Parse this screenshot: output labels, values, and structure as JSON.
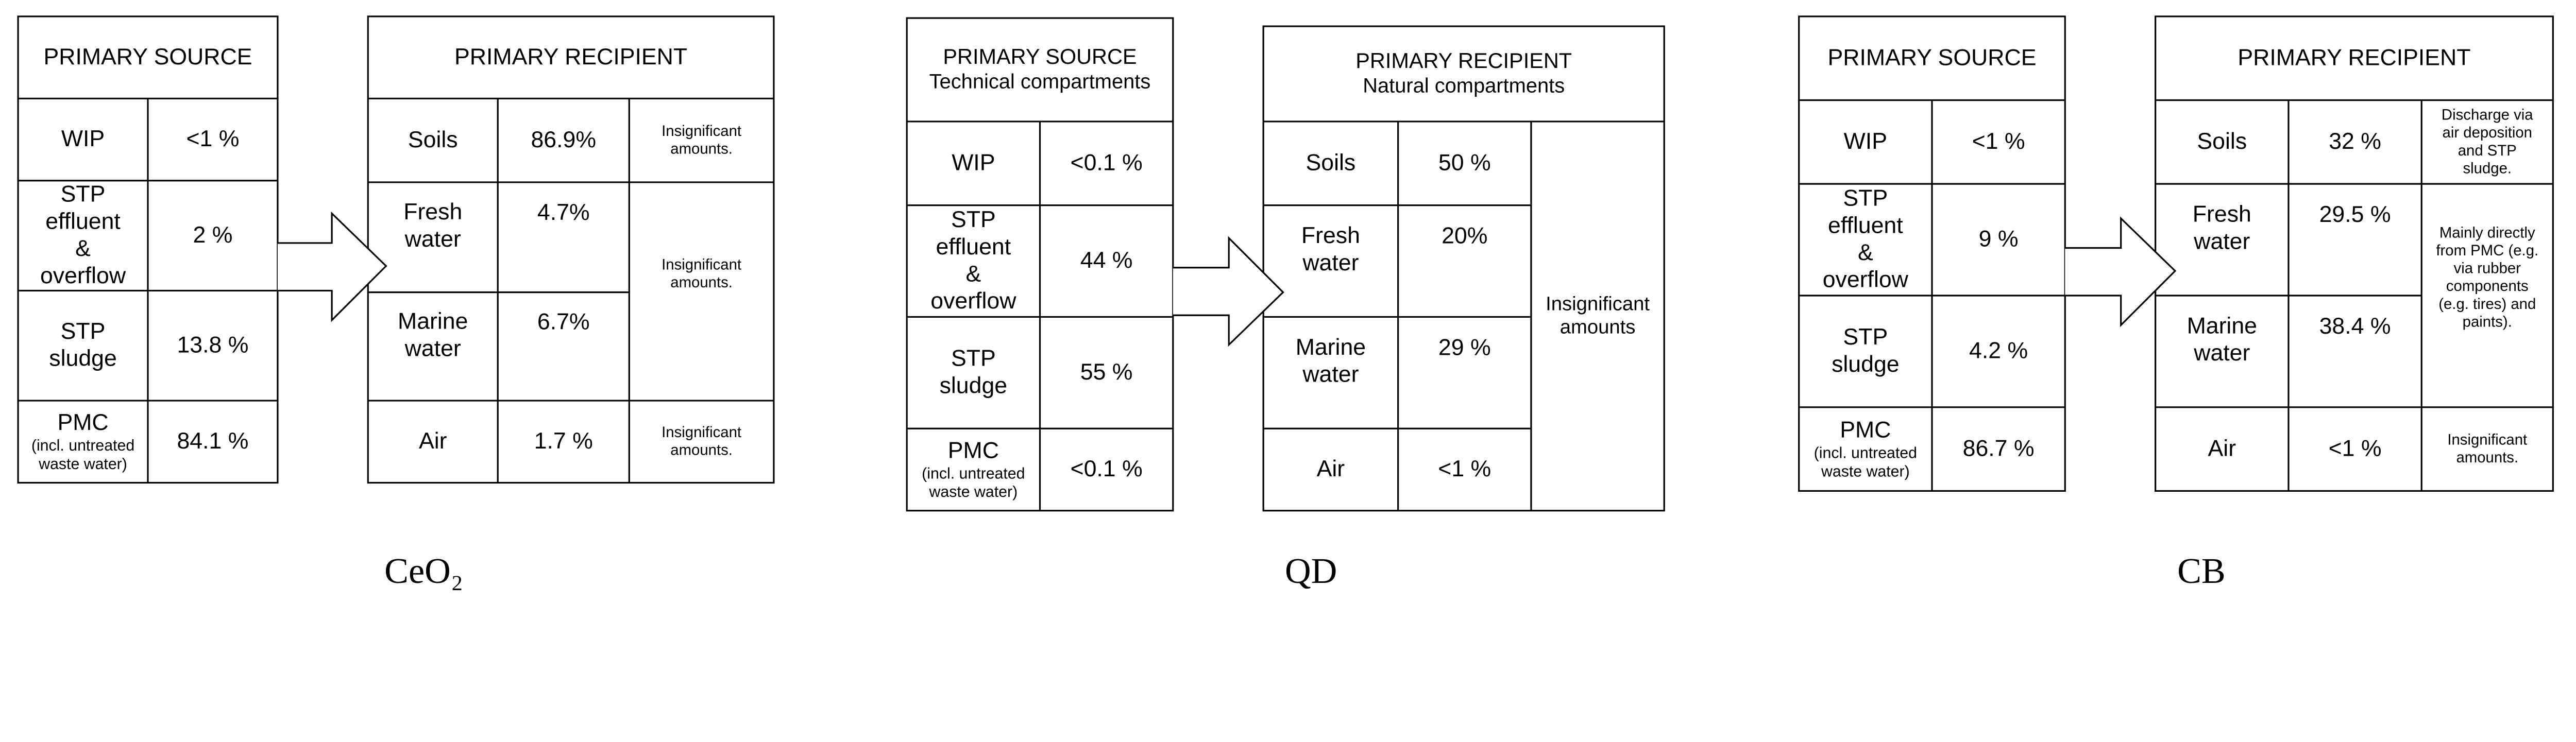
{
  "colors": {
    "line": "#000000",
    "background": "#ffffff",
    "text": "#000000"
  },
  "panels": [
    {
      "label": "CeO₂",
      "source": {
        "title": [
          "PRIMARY SOURCE"
        ],
        "rows": [
          {
            "name": [
              "WIP"
            ],
            "sub": [],
            "value": "<1 %"
          },
          {
            "name": [
              "STP",
              "effluent",
              "&",
              "overflow"
            ],
            "sub": [],
            "value": "2 %"
          },
          {
            "name": [
              "STP",
              "sludge"
            ],
            "sub": [],
            "value": "13.8 %"
          },
          {
            "name": [
              "PMC"
            ],
            "sub": [
              "(incl. untreated",
              "waste water)"
            ],
            "value": "84.1 %"
          }
        ]
      },
      "recipient": {
        "title": [
          "PRIMARY RECIPIENT"
        ],
        "rows": [
          {
            "name": [
              "Soils"
            ],
            "value": "86.9%"
          },
          {
            "name": [
              "Fresh",
              "water"
            ],
            "value": "4.7%"
          },
          {
            "name": [
              "Marine",
              "water"
            ],
            "value": "6.7%"
          },
          {
            "name": [
              "Air"
            ],
            "value": "1.7 %"
          }
        ],
        "notes": [
          {
            "rows": [
              0
            ],
            "text": [
              "Insignificant",
              "amounts."
            ]
          },
          {
            "rows": [
              1,
              2
            ],
            "text": [
              "Insignificant",
              "amounts."
            ]
          },
          {
            "rows": [
              3
            ],
            "text": [
              "Insignificant",
              "amounts."
            ]
          }
        ]
      }
    },
    {
      "label": "QD",
      "source": {
        "title": [
          "PRIMARY SOURCE",
          "Technical compartments"
        ],
        "rows": [
          {
            "name": [
              "WIP"
            ],
            "sub": [],
            "value": "<0.1 %"
          },
          {
            "name": [
              "STP",
              "effluent",
              "&",
              "overflow"
            ],
            "sub": [],
            "value": "44 %"
          },
          {
            "name": [
              "STP",
              "sludge"
            ],
            "sub": [],
            "value": "55 %"
          },
          {
            "name": [
              "PMC"
            ],
            "sub": [
              "(incl. untreated",
              "waste water)"
            ],
            "value": "<0.1 %"
          }
        ]
      },
      "recipient": {
        "title": [
          "PRIMARY RECIPIENT",
          "Natural compartments"
        ],
        "rows": [
          {
            "name": [
              "Soils"
            ],
            "value": "50 %"
          },
          {
            "name": [
              "Fresh",
              "water"
            ],
            "value": "20%"
          },
          {
            "name": [
              "Marine",
              "water"
            ],
            "value": "29 %"
          },
          {
            "name": [
              "Air"
            ],
            "value": "<1 %"
          }
        ],
        "notes": [
          {
            "rows": [
              0,
              1,
              2,
              3
            ],
            "text": [
              "Insignificant",
              "amounts"
            ]
          }
        ]
      }
    },
    {
      "label": "CB",
      "source": {
        "title": [
          "PRIMARY SOURCE"
        ],
        "rows": [
          {
            "name": [
              "WIP"
            ],
            "sub": [],
            "value": "<1 %"
          },
          {
            "name": [
              "STP",
              "effluent",
              "&",
              "overflow"
            ],
            "sub": [],
            "value": "9 %"
          },
          {
            "name": [
              "STP",
              "sludge"
            ],
            "sub": [],
            "value": "4.2 %"
          },
          {
            "name": [
              "PMC"
            ],
            "sub": [
              "(incl. untreated",
              "waste water)"
            ],
            "value": "86.7 %"
          }
        ]
      },
      "recipient": {
        "title": [
          "PRIMARY RECIPIENT"
        ],
        "rows": [
          {
            "name": [
              "Soils"
            ],
            "value": "32 %"
          },
          {
            "name": [
              "Fresh",
              "water"
            ],
            "value": "29.5 %"
          },
          {
            "name": [
              "Marine",
              "water"
            ],
            "value": "38.4 %"
          },
          {
            "name": [
              "Air"
            ],
            "value": "<1 %"
          }
        ],
        "notes": [
          {
            "rows": [
              0
            ],
            "text": [
              "Discharge via",
              "air deposition",
              "and STP",
              "sludge."
            ]
          },
          {
            "rows": [
              1,
              2
            ],
            "text": [
              "Mainly directly",
              "from PMC (e.g.",
              "via rubber",
              "components",
              "(e.g. tires) and",
              "paints)."
            ]
          },
          {
            "rows": [
              3
            ],
            "text": [
              "Insignificant",
              "amounts."
            ]
          }
        ]
      }
    }
  ]
}
